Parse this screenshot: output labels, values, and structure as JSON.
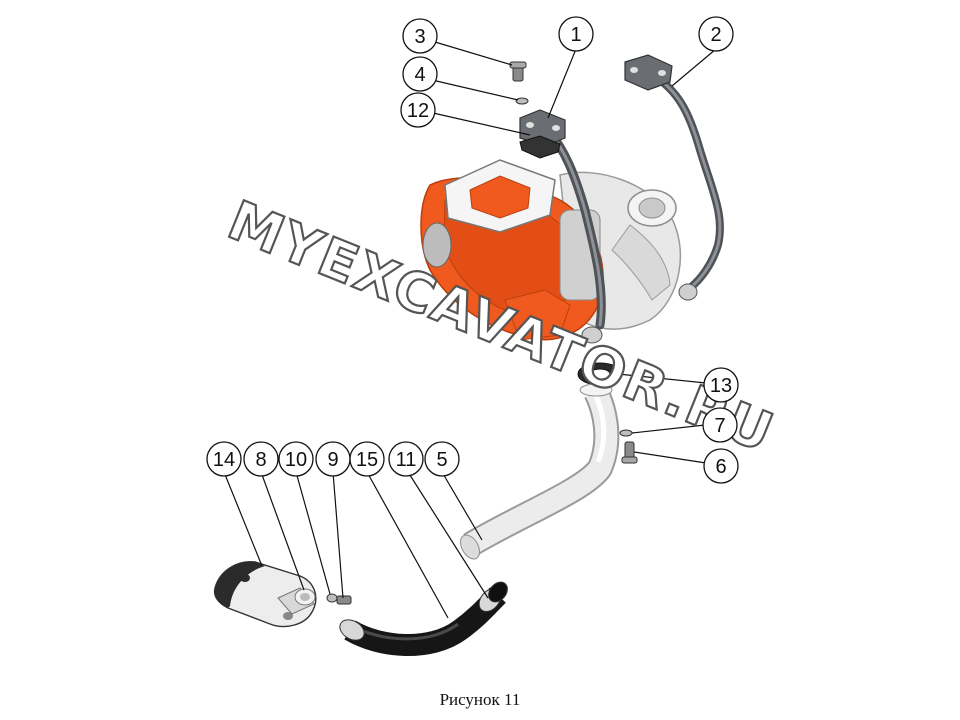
{
  "figure": {
    "caption": "Рисунок 11",
    "watermark": "MYEXCAVATOR.RU",
    "callouts": [
      "1",
      "2",
      "3",
      "4",
      "5",
      "6",
      "7",
      "8",
      "9",
      "10",
      "11",
      "12",
      "13",
      "14",
      "15"
    ]
  },
  "colors": {
    "housing": "#f05a1e",
    "housing_dark": "#c74310",
    "metal": "#e4e4e4",
    "metal_edge": "#8d8d8d",
    "tube": "#5f6368",
    "hose": "#1c1c1c",
    "outline": "#222222"
  }
}
